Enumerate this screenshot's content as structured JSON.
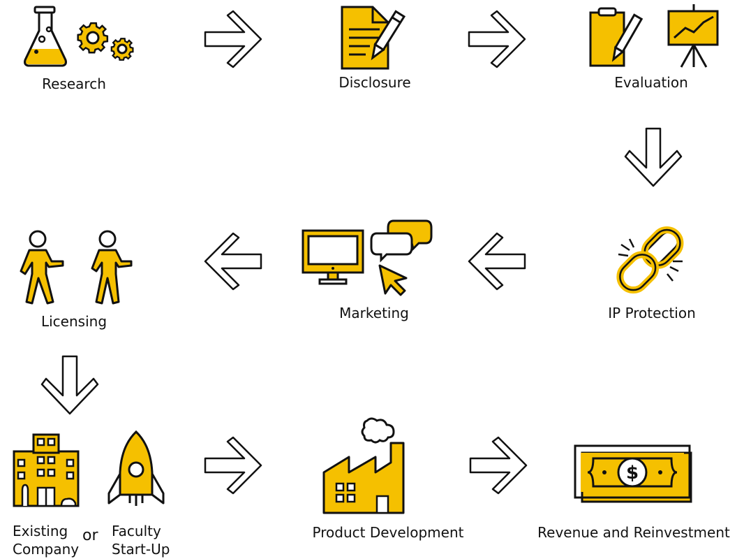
{
  "colors": {
    "accent": "#f5c000",
    "stroke": "#111111",
    "background": "#ffffff"
  },
  "steps": [
    {
      "id": "research",
      "label": "Research"
    },
    {
      "id": "disclosure",
      "label": "Disclosure"
    },
    {
      "id": "evaluation",
      "label": "Evaluation"
    },
    {
      "id": "ip",
      "label": "IP Protection"
    },
    {
      "id": "marketing",
      "label": "Marketing"
    },
    {
      "id": "licensing",
      "label": "Licensing"
    },
    {
      "id": "existing",
      "label_line1": "Existing",
      "label_line2": "Company"
    },
    {
      "id": "or",
      "label": "or"
    },
    {
      "id": "startup",
      "label_line1": "Faculty",
      "label_line2": "Start-Up"
    },
    {
      "id": "product",
      "label": "Product Development"
    },
    {
      "id": "revenue",
      "label": "Revenue and Reinvestment"
    }
  ],
  "icons": [
    "flask-icon",
    "gears-icon",
    "document-pen-icon",
    "clipboard-pen-icon",
    "easel-chart-icon",
    "broken-chain-icon",
    "monitor-icon",
    "chat-bubbles-icon",
    "cursor-icon",
    "people-icon",
    "building-icon",
    "rocket-icon",
    "factory-icon",
    "banknote-icon"
  ]
}
